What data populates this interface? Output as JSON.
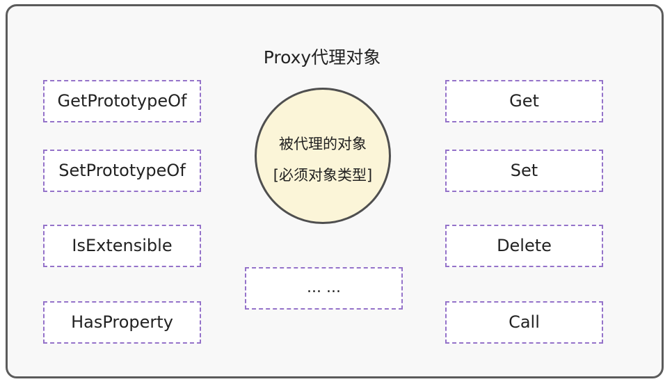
{
  "diagram": {
    "title": "Proxy代理对象",
    "target": {
      "line1": "被代理的对象",
      "line2": "[必须对象类型]"
    },
    "left_traps": [
      "GetPrototypeOf",
      "SetPrototypeOf",
      "IsExtensible",
      "HasProperty"
    ],
    "right_traps": [
      "Get",
      "Set",
      "Delete",
      "Call"
    ],
    "more": "... ...",
    "colors": {
      "box_border": "#9472c9",
      "circle_fill": "#fbf5d8",
      "frame_border": "#5b5b5b",
      "frame_fill": "#f8f8f8"
    }
  }
}
